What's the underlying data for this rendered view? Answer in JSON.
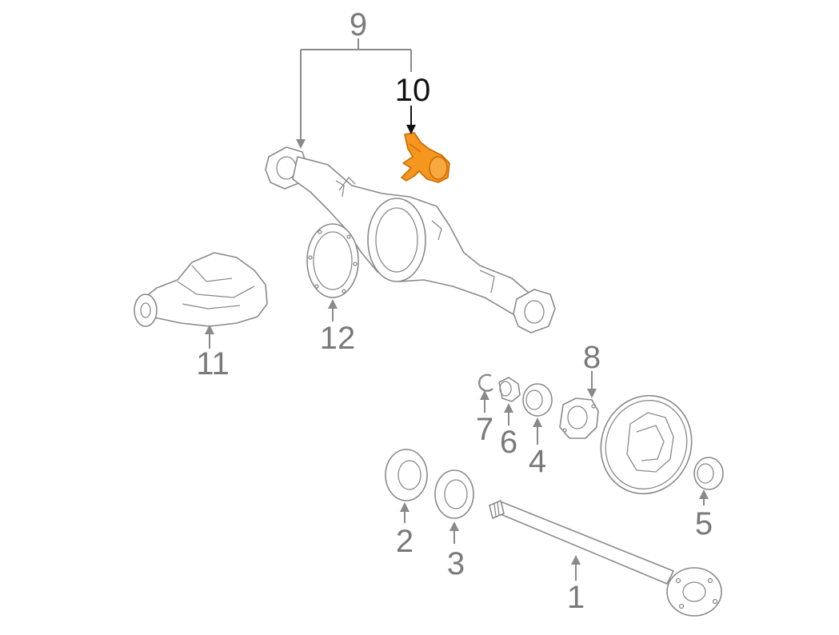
{
  "callouts": [
    {
      "id": "1",
      "label": "1"
    },
    {
      "id": "2",
      "label": "2"
    },
    {
      "id": "3",
      "label": "3"
    },
    {
      "id": "4",
      "label": "4"
    },
    {
      "id": "5",
      "label": "5"
    },
    {
      "id": "6",
      "label": "6"
    },
    {
      "id": "7",
      "label": "7"
    },
    {
      "id": "8",
      "label": "8"
    },
    {
      "id": "9",
      "label": "9"
    },
    {
      "id": "10",
      "label": "10"
    },
    {
      "id": "11",
      "label": "11"
    },
    {
      "id": "12",
      "label": "12"
    }
  ],
  "colors": {
    "line": "#8a8a8a",
    "text": "#7a7a7a",
    "highlight_fill": "#f5961e",
    "highlight_stroke": "#c86a00",
    "highlight_text": "#111111"
  },
  "highlighted_part": "10"
}
